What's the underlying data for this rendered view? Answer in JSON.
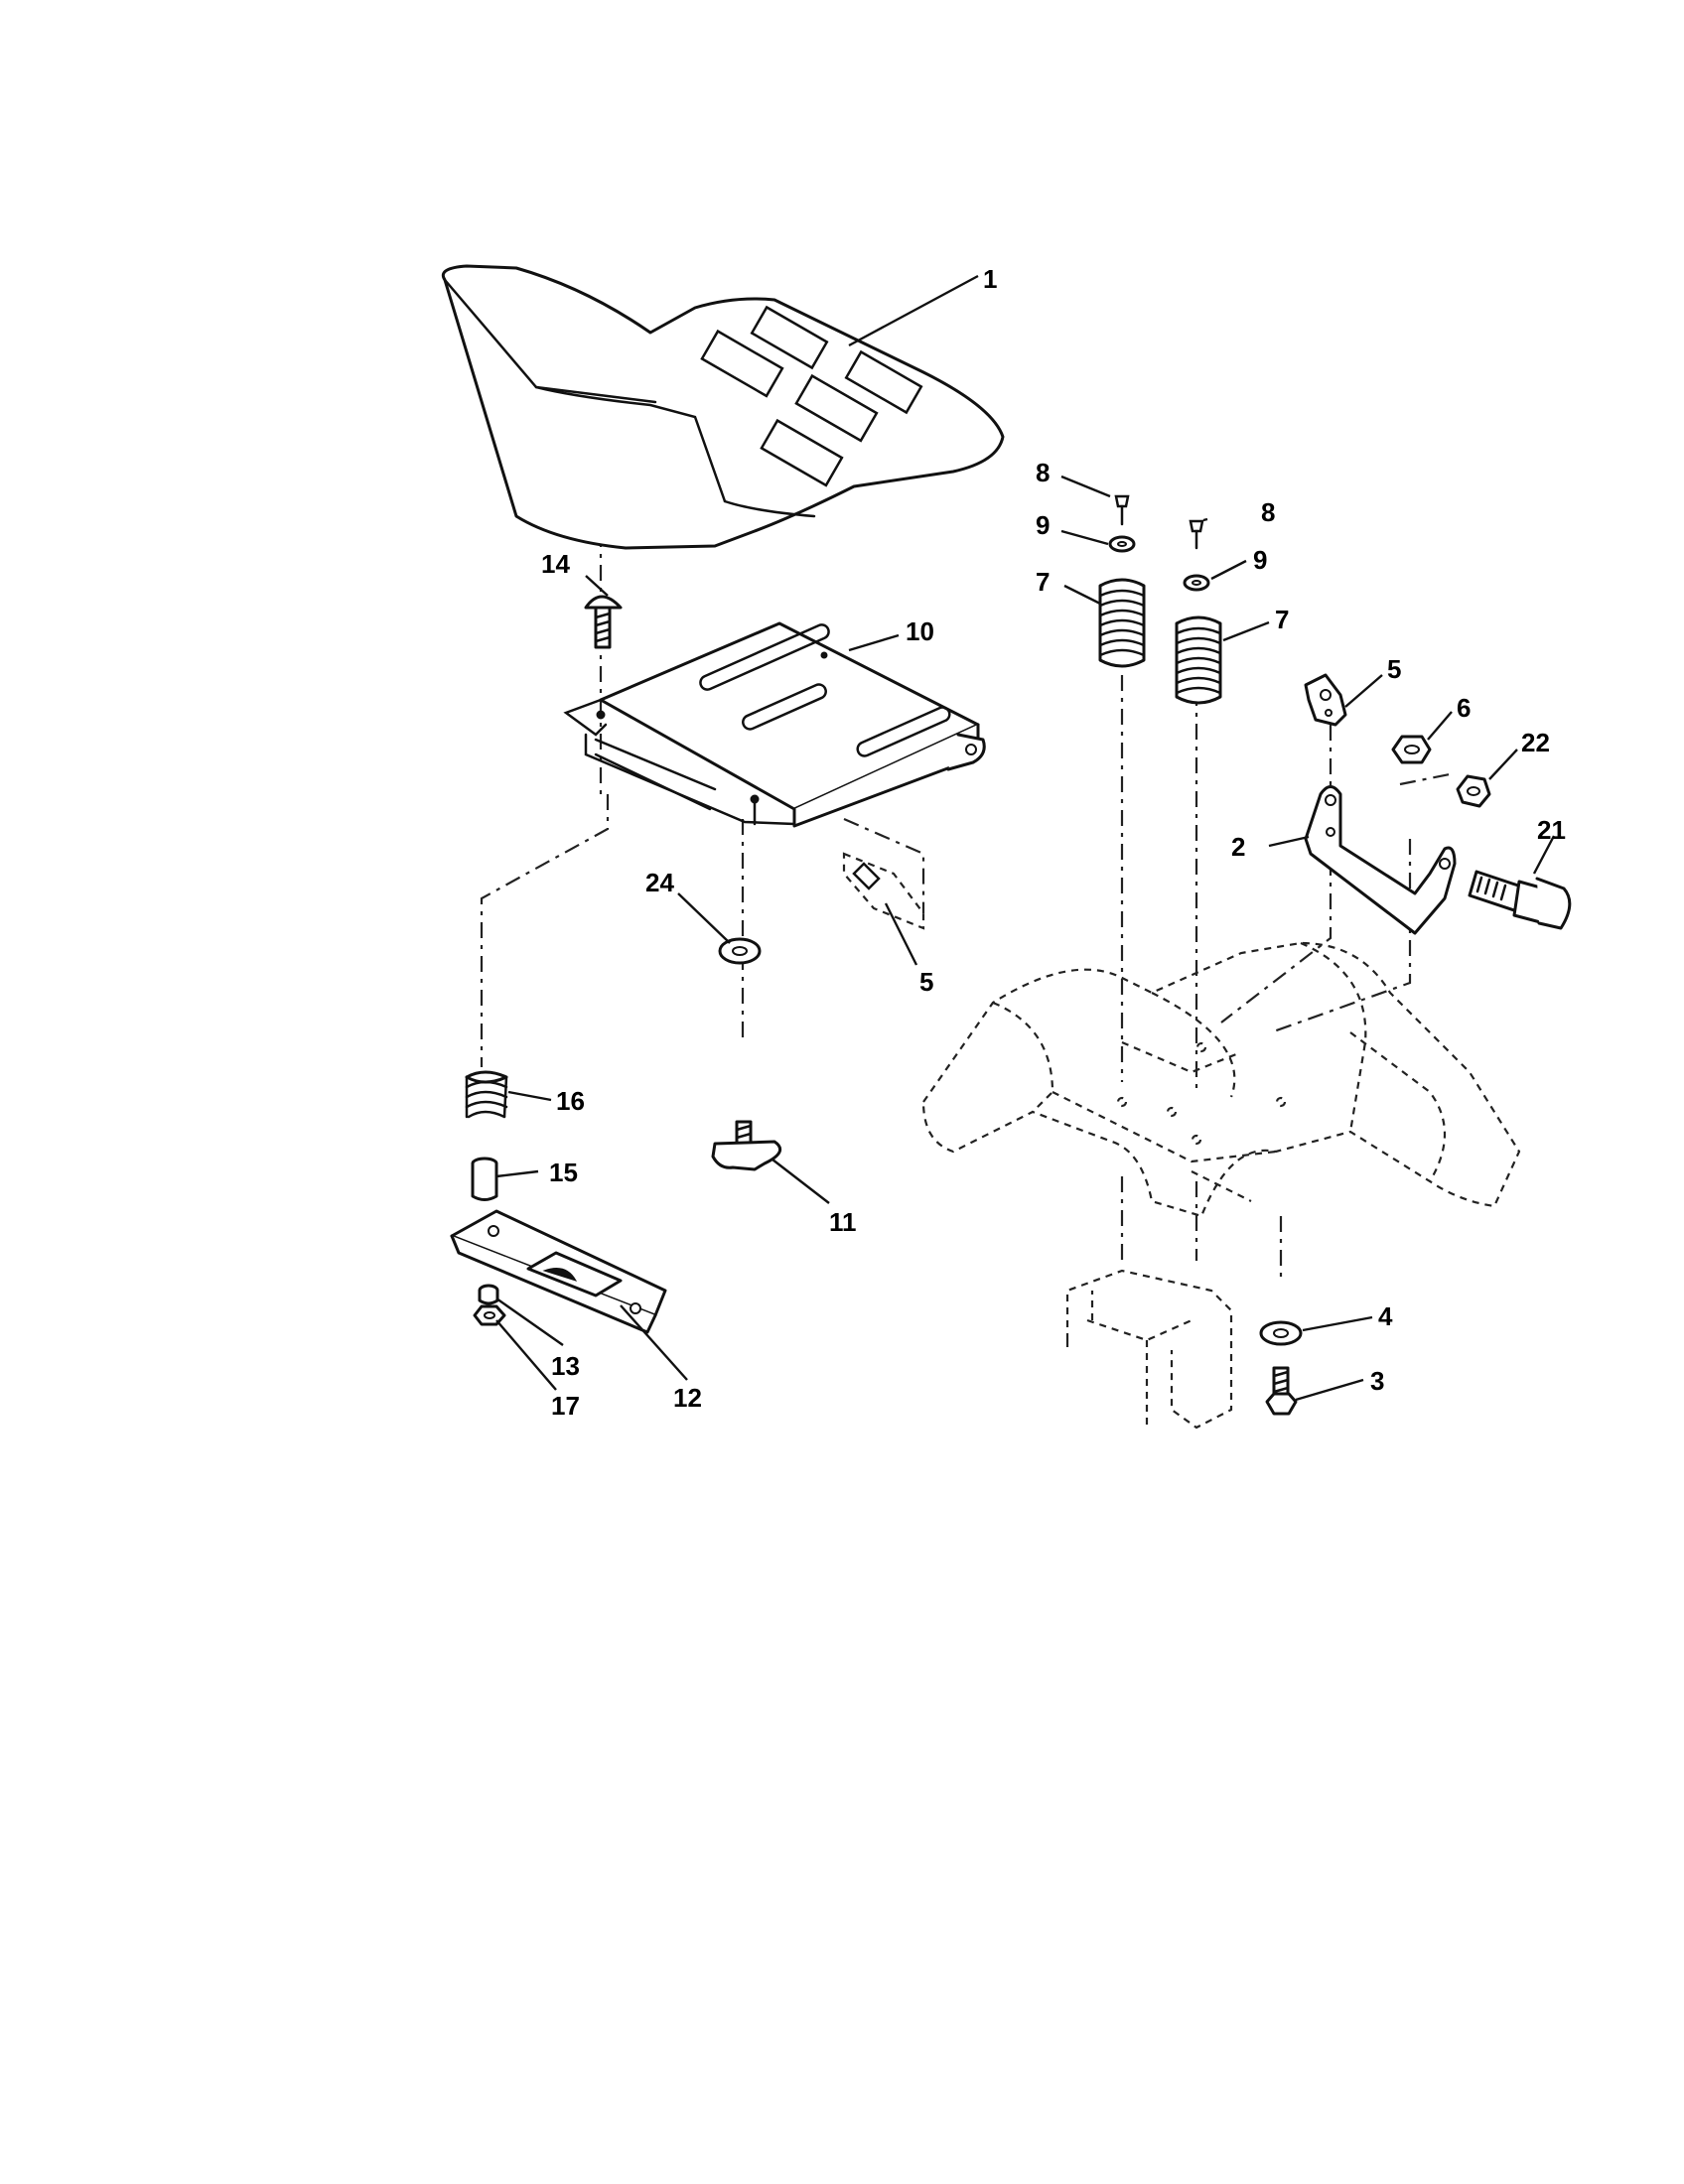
{
  "callouts": {
    "c1": "1",
    "c2": "2",
    "c3": "3",
    "c4": "4",
    "c5a": "5",
    "c5b": "5",
    "c6": "6",
    "c7a": "7",
    "c7b": "7",
    "c8a": "8",
    "c8b": "8",
    "c9a": "9",
    "c9b": "9",
    "c10": "10",
    "c11": "11",
    "c12": "12",
    "c13": "13",
    "c14": "14",
    "c15": "15",
    "c16": "16",
    "c17": "17",
    "c21": "21",
    "c22": "22",
    "c24": "24"
  }
}
